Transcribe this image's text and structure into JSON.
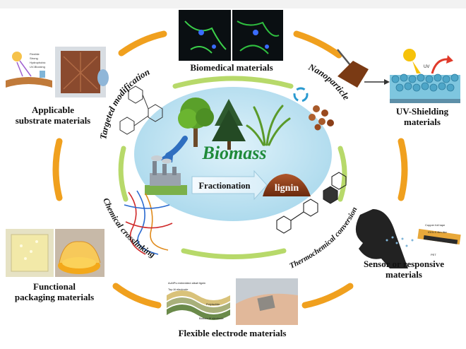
{
  "center": {
    "title": "Biomass",
    "fractionation": "Fractionation",
    "lignin": "lignin"
  },
  "labels": {
    "biomedical": "Biomedical materials",
    "uv1": "UV-Shielding",
    "uv2": "materials",
    "applicable1": "Applicable",
    "applicable2": "substrate materials",
    "functional1": "Functional",
    "functional2": "packaging materials",
    "flexible": "Flexible electrode materials",
    "sensor1": "Sensor or responsive",
    "sensor2": "materials"
  },
  "ring": {
    "targeted": "Targeted modification",
    "nano": "Nanoparticle",
    "chemical": "Chemical crosslinking",
    "thermo": "Thermochemical conversion"
  },
  "inset_text": {
    "substrate_legend": [
      "Flexible",
      "Strong",
      "Hydrophobic",
      "UV-Blocking"
    ],
    "electrode_layers": [
      "AuNPs embedded alkali lignin",
      "Top Al electrode",
      "Polylactide",
      "Bottom Al electrode"
    ],
    "sensor_parts": [
      "Copper foil tape",
      "IGOLS film-like",
      "PET"
    ],
    "uv": "UV"
  },
  "colors": {
    "orange": "#f0a01e",
    "green": "#b7d96a",
    "ellipse": "#bfe3f2",
    "biomass_green": "#1f8a3a",
    "arrow_blue": "#2f6fc0",
    "lignin_brown": "#8a3a12"
  }
}
